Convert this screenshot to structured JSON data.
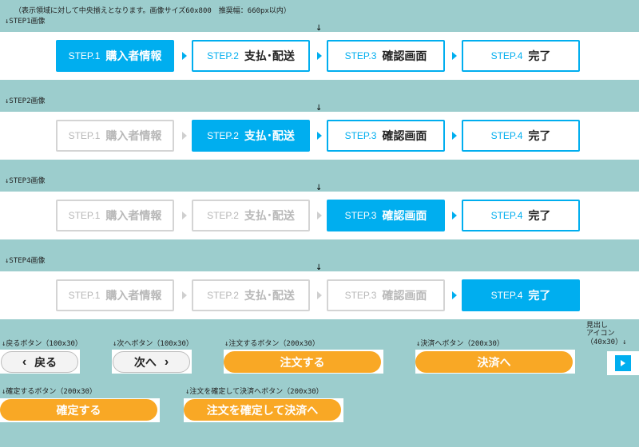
{
  "header_note": "（表示領域に対して中央揃えとなります。画像サイズ60x800　推奨幅：660px以内）",
  "down_arrow": "↓",
  "steps": [
    {
      "num": "STEP.1",
      "title": "購入者情報"
    },
    {
      "num": "STEP.2",
      "title": "支払･配送"
    },
    {
      "num": "STEP.3",
      "title": "確認画面"
    },
    {
      "num": "STEP.4",
      "title": "完了"
    }
  ],
  "step_image_labels": [
    "↓STEP1画像",
    "↓STEP2画像",
    "↓STEP3画像",
    "↓STEP4画像"
  ],
  "button_labels": {
    "back": "↓戻るボタン（100x30）",
    "next": "↓次へボタン（100x30）",
    "order": "↓注文するボタン（200x30）",
    "pay": "↓決済へボタン（200x30）",
    "icon": "見出し\nアイコン\n（40x30）↓",
    "confirm": "↓確定するボタン（200x30）",
    "confirm_pay": "↓注文を確定して決済へボタン（200x30）"
  },
  "buttons": {
    "back": "戻る",
    "back_chevron": "‹",
    "next": "次へ",
    "next_chevron": "›",
    "order": "注文する",
    "pay": "決済へ",
    "confirm": "確定する",
    "confirm_pay": "注文を確定して決済へ"
  },
  "colors": {
    "background": "#9ccdcd",
    "accent": "#00aeef",
    "button_orange": "#f9a825",
    "inactive_gray": "#b8b8b8"
  }
}
